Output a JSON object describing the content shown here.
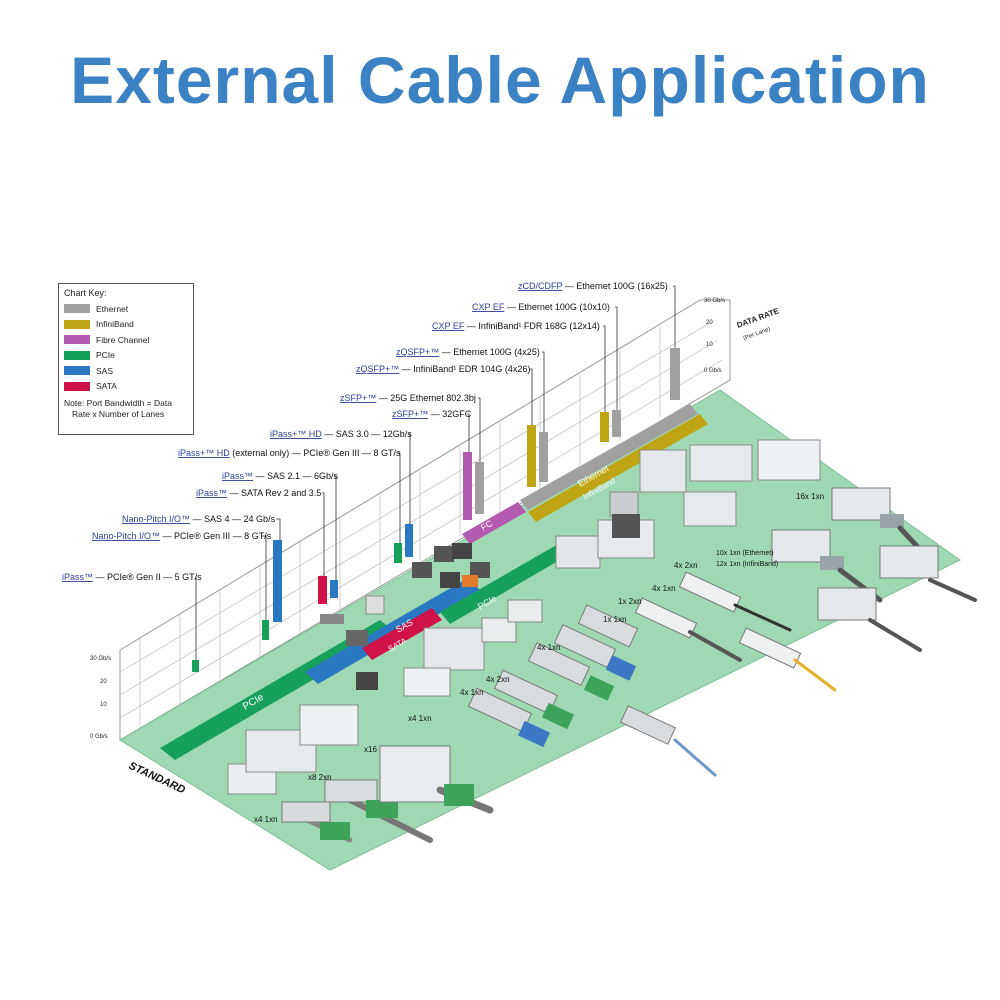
{
  "title": "External Cable Application",
  "colors": {
    "title": "#3b82c4",
    "ethernet": "#a0a0a0",
    "infiniband": "#bfa514",
    "fibre_channel": "#b45ab0",
    "pcie": "#16a05a",
    "sas": "#2b78c2",
    "sata": "#d0124a",
    "floor": "#9fd9b4",
    "link": "#2a3f9a"
  },
  "chart_key": {
    "title": "Chart Key:",
    "items": [
      {
        "label": "Ethernet",
        "color": "#a0a0a0"
      },
      {
        "label": "InfiniBand",
        "color": "#bfa514"
      },
      {
        "label": "Fibre Channel",
        "color": "#b45ab0"
      },
      {
        "label": "PCIe",
        "color": "#16a05a"
      },
      {
        "label": "SAS",
        "color": "#2b78c2"
      },
      {
        "label": "SATA",
        "color": "#d0124a"
      }
    ],
    "note_line1": "Note: Port Bandwidth = Data",
    "note_line2": "Rate x Number of Lanes"
  },
  "axis": {
    "left_ticks": [
      "30 Gb/s",
      "20",
      "10",
      "0 Gb/s"
    ],
    "right_ticks": [
      "30 Gb/s",
      "20",
      "10",
      "0 Gb/s"
    ],
    "right_title_line1": "DATA RATE",
    "right_title_line2": "(Per Lane)",
    "floor_label": "STANDARD"
  },
  "standards": [
    {
      "name": "iPass™",
      "desc": " — PCIe® Gen II — 5 GT/s"
    },
    {
      "name": "Nano-Pitch I/O™",
      "desc": " — PCIe® Gen III — 8 GT/s"
    },
    {
      "name": "Nano-Pitch I/O™",
      "desc": " — SAS 4 — 24 Gb/s"
    },
    {
      "name": "iPass™",
      "desc": " — SATA Rev 2 and 3.5"
    },
    {
      "name": "iPass™",
      "desc": " — SAS 2.1 — 6Gb/s"
    },
    {
      "name": "iPass+™ HD",
      "desc": " (external only) — PCIe® Gen III — 8 GT/s"
    },
    {
      "name": "iPass+™ HD",
      "desc": " — SAS 3.0 — 12Gb/s"
    },
    {
      "name": "zSFP+™",
      "desc": " — 32GFC"
    },
    {
      "name": "zSFP+™",
      "desc": " — 25G Ethernet 802.3bj"
    },
    {
      "name": "zQSFP+™",
      "desc": " — InfiniBand¹ EDR 104G (4x26)"
    },
    {
      "name": "zQSFP+™",
      "desc": " — Ethernet 100G (4x25)"
    },
    {
      "name": "CXP EF",
      "desc": " — InfiniBand¹ FDR 168G (12x14)"
    },
    {
      "name": "CXP EF",
      "desc": " — Ethernet 100G (10x10)"
    },
    {
      "name": "zCD/CDFP",
      "desc": " — Ethernet 100G (16x25)"
    }
  ],
  "floor_bands": {
    "pcie_1": "PCIe",
    "sas": "SAS",
    "sata": "SATA",
    "pcie_2": "PCIe",
    "fc": "FC",
    "ethernet": "Ethernet",
    "infiniband": "InfiniBand"
  },
  "cable_labels": [
    "x4 1xn",
    "x8 2xn",
    "x16",
    "x4 1xn",
    "4x 1xn",
    "4x 2xn",
    "4x 1xn",
    "1x 1xn",
    "1x 2xn",
    "4x 1xn",
    "4x 2xn",
    "10x 1xn (Ethernet)",
    "12x 1xn (InfiniBand)",
    "16x 1xn"
  ]
}
